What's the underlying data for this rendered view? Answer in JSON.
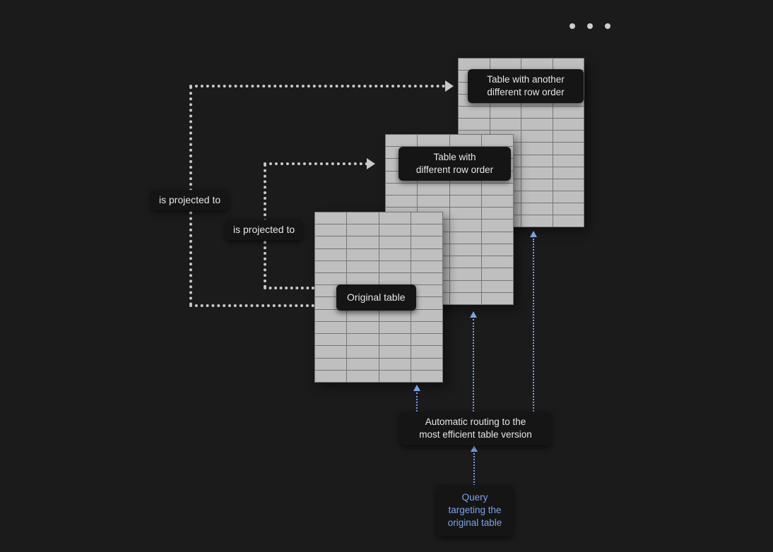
{
  "menu": {
    "dots_count": 3
  },
  "tables": [
    {
      "id": "original",
      "label": "Original table",
      "grid": {
        "rows": 14,
        "cols": 4
      }
    },
    {
      "id": "different-row-order",
      "label": "Table with\ndifferent row order",
      "grid": {
        "rows": 14,
        "cols": 4
      }
    },
    {
      "id": "another-different-row-order",
      "label": "Table with another\ndifferent row order",
      "grid": {
        "rows": 14,
        "cols": 4
      }
    }
  ],
  "edges": {
    "projected_1": "is projected to",
    "projected_2": "is projected to",
    "routing": "Automatic routing to the\nmost efficient table version",
    "query": "Query\ntargeting the\noriginal table"
  },
  "colors": {
    "bg": "#1b1b1b",
    "table_fill": "#bfbfbf",
    "grid_line": "#757575",
    "arrow_white": "#c9c9c9",
    "arrow_blue": "#7ba2e8",
    "label_bg": "#151515",
    "label_text": "#e6e6e6"
  }
}
